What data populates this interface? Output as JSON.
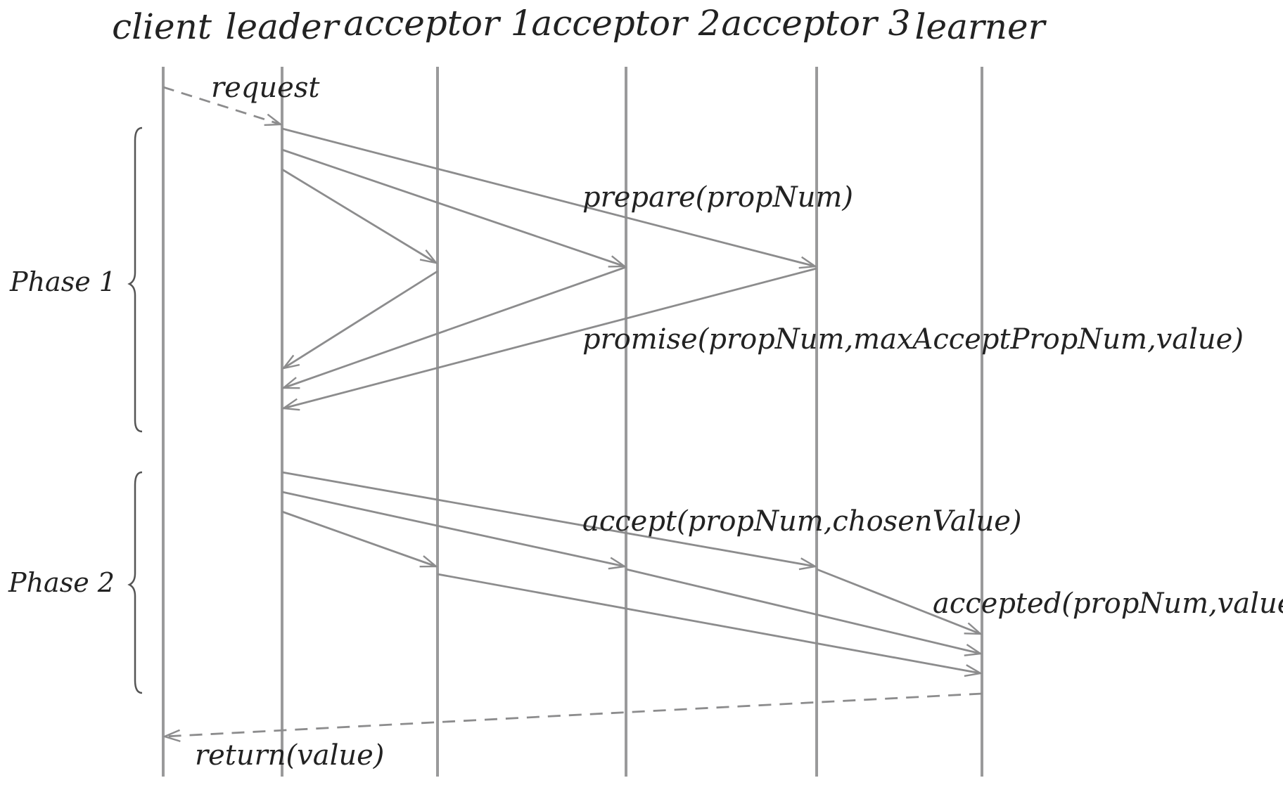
{
  "participants": [
    {
      "id": "client",
      "label": "client"
    },
    {
      "id": "leader",
      "label": "leader"
    },
    {
      "id": "acceptor1",
      "label": "acceptor 1"
    },
    {
      "id": "acceptor2",
      "label": "acceptor 2"
    },
    {
      "id": "acceptor3",
      "label": "acceptor 3"
    },
    {
      "id": "learner",
      "label": "learner"
    }
  ],
  "phases": [
    {
      "label": "Phase 1"
    },
    {
      "label": "Phase 2"
    }
  ],
  "messages": {
    "request": "request",
    "prepare": "prepare(propNum)",
    "promise": "promise(propNum,maxAcceptPropNum,value)",
    "accept": "accept(propNum,chosenValue)",
    "accepted": "accepted(propNum,value)",
    "return": "return(value)"
  },
  "colors": {
    "line": "#9a9a9b",
    "arrow": "#8c8c8d",
    "text": "#222222"
  }
}
